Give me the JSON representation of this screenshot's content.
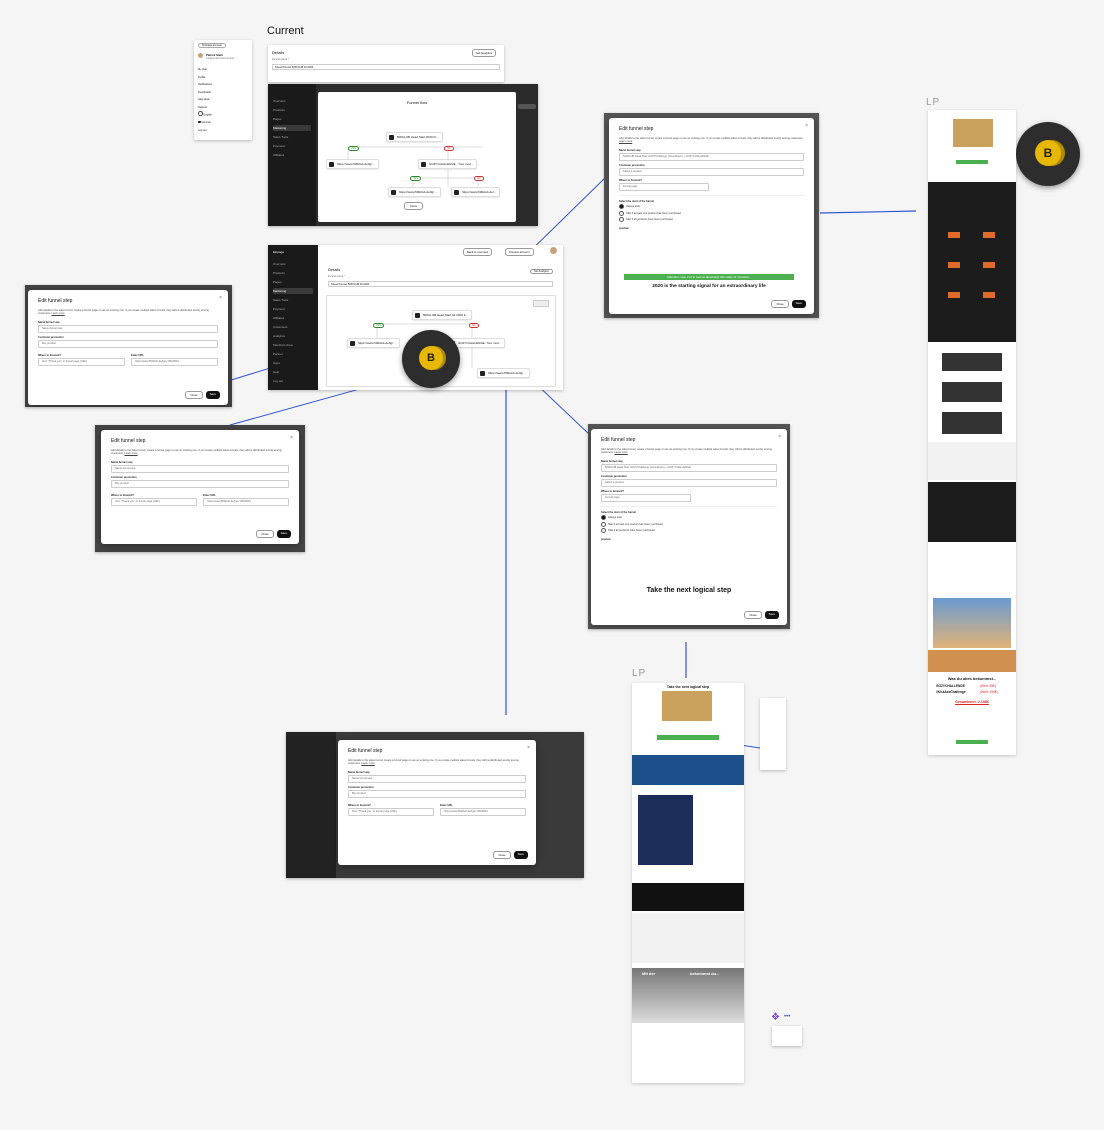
{
  "labels": {
    "current": "Current",
    "lp_top": "LP",
    "lp_bottom": "LP"
  },
  "details_panel": {
    "title": "Details",
    "funnel_name_label": "Funnel name *",
    "funnel_name_value": "Speed Funnel 500CLUB 04.2020",
    "analytics_button": "Set Analytics"
  },
  "user_menu": {
    "account_button": "Firebase account",
    "name": "Patrick Stehr",
    "email": "info@gooftprofessionell.de",
    "items": [
      "My plan",
      "Profile",
      "Notifications",
      "Downloads",
      "Help desk",
      "Support",
      "English",
      "German",
      "Log out"
    ]
  },
  "funnel_flow": {
    "title": "Funnel flow",
    "root_node": "500CLUB Head Start 2020 Fr...",
    "node_a": "https://www.500club.de/fg/...",
    "node_b": "GOZYCHALLENGE - Your next...",
    "node_c": "https://www.500club.de/fg/...",
    "node_d": "https://www.500club.de/...",
    "yes": "YES",
    "no": "NO",
    "close_button": "Close"
  },
  "app_header": {
    "logo": "Elopage",
    "back_button": "Back to overview",
    "preview_button": "Preview account",
    "sidebar_items": [
      "Overview",
      "Products",
      "Pages",
      "Marketing",
      "Sales Tools",
      "Payment",
      "Affiliates",
      "Customers",
      "Analytics",
      "Members Area",
      "Partner",
      "Apps",
      "Help",
      "Log out"
    ]
  },
  "flow2": {
    "root_node": "500CLUB Head Start 04.2020 F...",
    "node_a": "https://www.500club.de/fg/...",
    "node_b": "GOZYCHALLENGE: Your next...",
    "node_c": "https://www.500club.de/fg/...",
    "yes": "YES",
    "no": "NO"
  },
  "modal": {
    "title": "Edit funnel step",
    "description": "Add details to the sales funnel, create a funnel page or use an existing one. If you create multiple sales funnels, they will be distributed evenly among customers.",
    "learn_more": "Learn more",
    "name_label": "Name funnel step",
    "name_value": "Name funnel step",
    "name_value_filled": "500CLUB Head Start GOZYChallenge (Countdown) + GOZYCHALLENGE",
    "promotion_label": "Customer promotion",
    "promotion_value": "Buy product",
    "promotion_value_alt": "Select a product",
    "forward_label": "Where to forward?",
    "forward_value": "Own \"Thank you\" or funnel page (URL)",
    "forward_value_alt": "Funnel page",
    "url_label": "Enter URL",
    "url_value": "https://www.500club.de/fg/s-YBG0603",
    "start_label": "Select the start of the funnel",
    "start_options": [
      "Always start",
      "Skip if at least one product has been purchased",
      "Skip if all products have been purchased"
    ],
    "preview_label": "preview",
    "close_button": "Close",
    "save_button": "Save",
    "preview_banner": "Attention, step 2 of 3: look at absolutely this video (2 minutes)...",
    "preview_heading_1": "2020 is the starting signal for an extraordinary life",
    "preview_heading_2": "Take the next logical step"
  },
  "badge": {
    "letter": "B"
  },
  "lp_texts": {
    "bottom_heading": "Take the next logical step",
    "gozy": "GOZYCHALLENGE",
    "hashtag": "#KickAssChallenge",
    "was_heading": "Was du alles bekommst...",
    "value_1": "(Wert: 59€)",
    "value_2": "(Wert: 159€)",
    "total": "Gesamtwert: 2.198€",
    "mit_der": "Mit der",
    "bekommst": "bekommst du..."
  },
  "colors": {
    "accent_yellow": "#e8b800",
    "dark_ui": "#2b2b2b",
    "connector_blue": "#3355cc",
    "brand_blue": "#1d4f8a",
    "banner_green": "#4caf50"
  }
}
